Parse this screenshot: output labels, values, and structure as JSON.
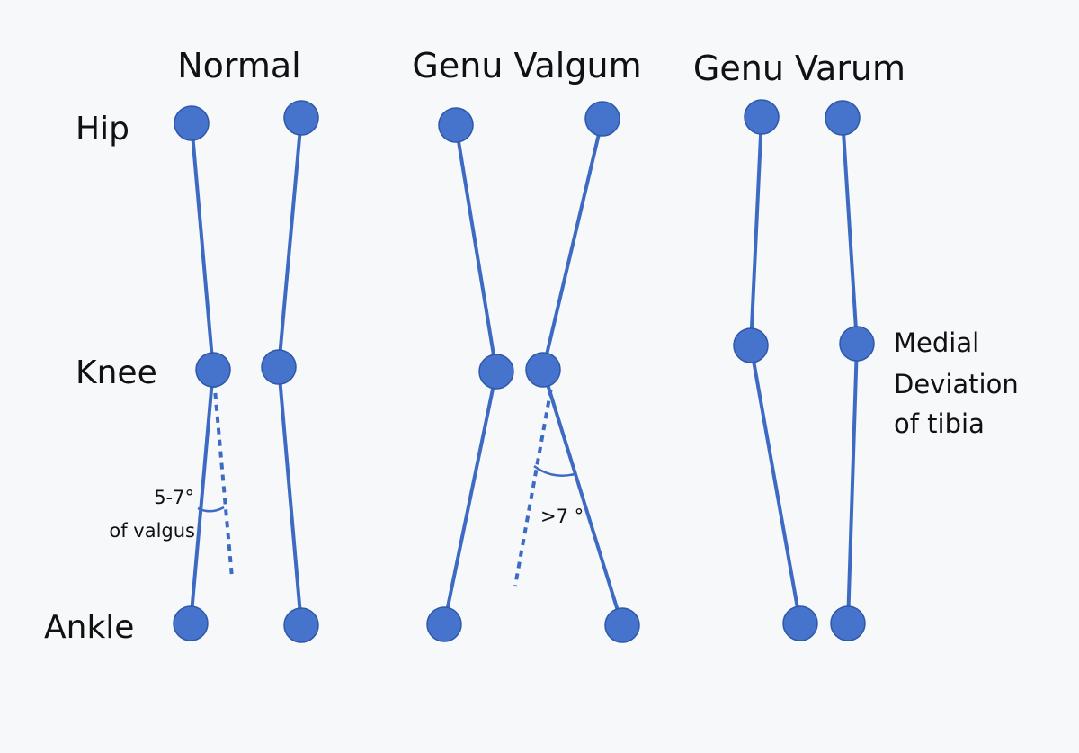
{
  "titles": {
    "normal": "Normal",
    "valgum": "Genu Valgum",
    "varum": "Genu Varum"
  },
  "row_labels": {
    "hip": "Hip",
    "knee": "Knee",
    "ankle": "Ankle"
  },
  "annotations": {
    "normal_angle_line1": "5-7°",
    "normal_angle_line2": "of valgus",
    "valgum_angle": ">7 °",
    "varum_note_line1": "Medial",
    "varum_note_line2": "Deviation",
    "varum_note_line3": "of tibia"
  },
  "colors": {
    "line": "#3d6bc4",
    "joint": "#4674cc",
    "background": "#f7f8fa"
  }
}
